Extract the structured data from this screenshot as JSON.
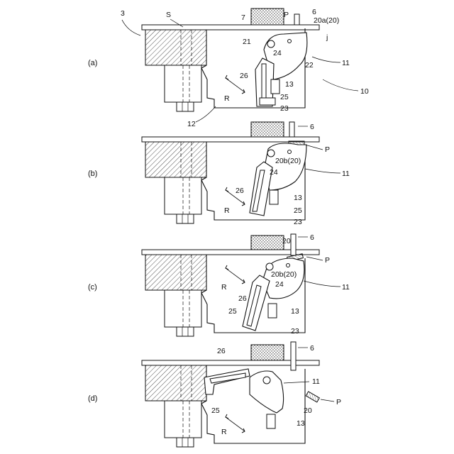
{
  "figure": {
    "panels": [
      {
        "id": "a",
        "label": "(a)",
        "labels": {
          "ref_3": "3",
          "ref_s": "S",
          "ref_7": "7",
          "ref_p": "P",
          "ref_6": "6",
          "ref_20a": "20a(20)",
          "ref_j": "j",
          "ref_21": "21",
          "ref_24": "24",
          "ref_22": "22",
          "ref_11": "11",
          "ref_26": "26",
          "ref_13": "13",
          "ref_10": "10",
          "ref_r": "R",
          "ref_25": "25",
          "ref_23": "23",
          "ref_12": "12"
        }
      },
      {
        "id": "b",
        "label": "(b)",
        "labels": {
          "ref_6": "6",
          "ref_p": "P",
          "ref_20b": "20b(20)",
          "ref_11": "11",
          "ref_24": "24",
          "ref_26": "26",
          "ref_13": "13",
          "ref_r": "R",
          "ref_25": "25",
          "ref_23": "23"
        }
      },
      {
        "id": "c",
        "label": "(c)",
        "labels": {
          "ref_20": "20",
          "ref_6": "6",
          "ref_p": "P",
          "ref_20b": "20b(20)",
          "ref_11": "11",
          "ref_r": "R",
          "ref_24": "24",
          "ref_26": "26",
          "ref_25": "25",
          "ref_13": "13",
          "ref_23": "23"
        }
      },
      {
        "id": "d",
        "label": "(d)",
        "labels": {
          "ref_6": "6",
          "ref_26": "26",
          "ref_11": "11",
          "ref_25": "25",
          "ref_20": "20",
          "ref_p": "P",
          "ref_r": "R",
          "ref_13": "13"
        }
      }
    ]
  }
}
